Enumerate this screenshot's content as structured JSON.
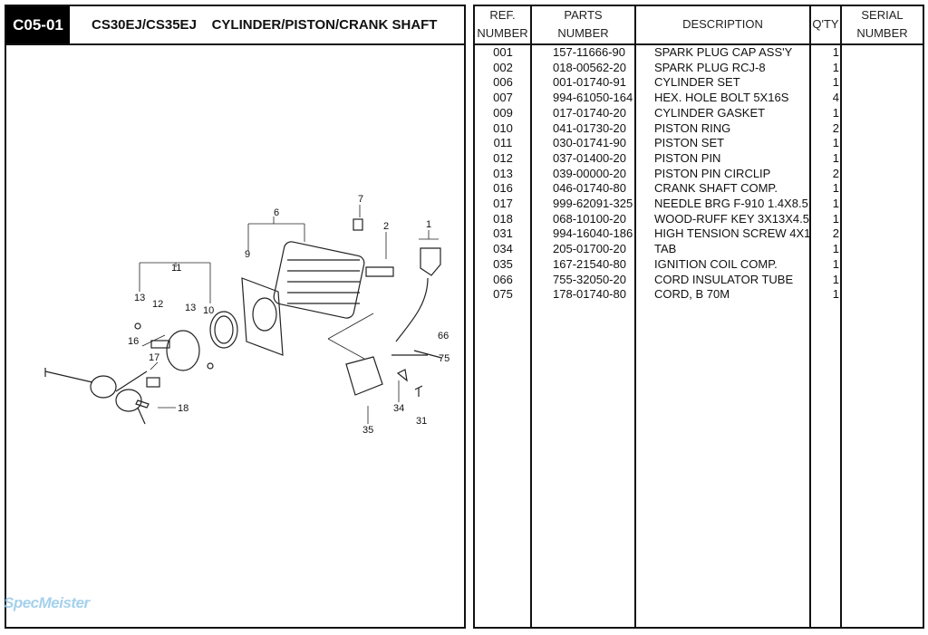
{
  "header": {
    "code": "C05-01",
    "title": "CS30EJ/CS35EJ    CYLINDER/PISTON/CRANK SHAFT"
  },
  "diagram": {
    "callouts": [
      "7",
      "6",
      "2",
      "1",
      "9",
      "11",
      "13",
      "12",
      "13",
      "10",
      "16",
      "17",
      "66",
      "75",
      "18",
      "34",
      "31",
      "35"
    ]
  },
  "table": {
    "headers": {
      "ref": [
        "REF.",
        "NUMBER"
      ],
      "parts": [
        "PARTS",
        "NUMBER"
      ],
      "description": "DESCRIPTION",
      "qty": "Q'TY",
      "serial": [
        "SERIAL",
        "NUMBER"
      ]
    },
    "rows": [
      {
        "ref": "001",
        "part": "157-11666-90",
        "desc": "SPARK PLUG CAP ASS'Y",
        "qty": "1"
      },
      {
        "ref": "002",
        "part": "018-00562-20",
        "desc": "SPARK PLUG RCJ-8",
        "qty": "1"
      },
      {
        "ref": "006",
        "part": "001-01740-91",
        "desc": "CYLINDER SET",
        "qty": "1"
      },
      {
        "ref": "007",
        "part": "994-61050-164",
        "desc": "HEX. HOLE BOLT 5X16S",
        "qty": "4"
      },
      {
        "ref": "009",
        "part": "017-01740-20",
        "desc": "CYLINDER GASKET",
        "qty": "1"
      },
      {
        "ref": "010",
        "part": "041-01730-20",
        "desc": "PISTON RING",
        "qty": "2"
      },
      {
        "ref": "011",
        "part": "030-01741-90",
        "desc": "PISTON SET",
        "qty": "1"
      },
      {
        "ref": "012",
        "part": "037-01400-20",
        "desc": "PISTON PIN",
        "qty": "1"
      },
      {
        "ref": "013",
        "part": "039-00000-20",
        "desc": "PISTON PIN CIRCLIP",
        "qty": "2"
      },
      {
        "ref": "016",
        "part": "046-01740-80",
        "desc": "CRANK SHAFT COMP.",
        "qty": "1"
      },
      {
        "ref": "017",
        "part": "999-62091-325",
        "desc": "NEEDLE BRG F-910 1.4X8.5",
        "qty": "1"
      },
      {
        "ref": "018",
        "part": "068-10100-20",
        "desc": "WOOD-RUFF KEY 3X13X4.5",
        "qty": "1"
      },
      {
        "ref": "031",
        "part": "994-16040-186",
        "desc": "HIGH TENSION SCREW 4X1",
        "qty": "2"
      },
      {
        "ref": "034",
        "part": "205-01700-20",
        "desc": "TAB",
        "qty": "1"
      },
      {
        "ref": "035",
        "part": "167-21540-80",
        "desc": "IGNITION COIL COMP.",
        "qty": "1"
      },
      {
        "ref": "066",
        "part": "755-32050-20",
        "desc": "CORD INSULATOR TUBE",
        "qty": "1"
      },
      {
        "ref": "075",
        "part": "178-01740-80",
        "desc": "CORD, B 70M",
        "qty": "1"
      }
    ]
  },
  "watermark": "SpecMeister"
}
